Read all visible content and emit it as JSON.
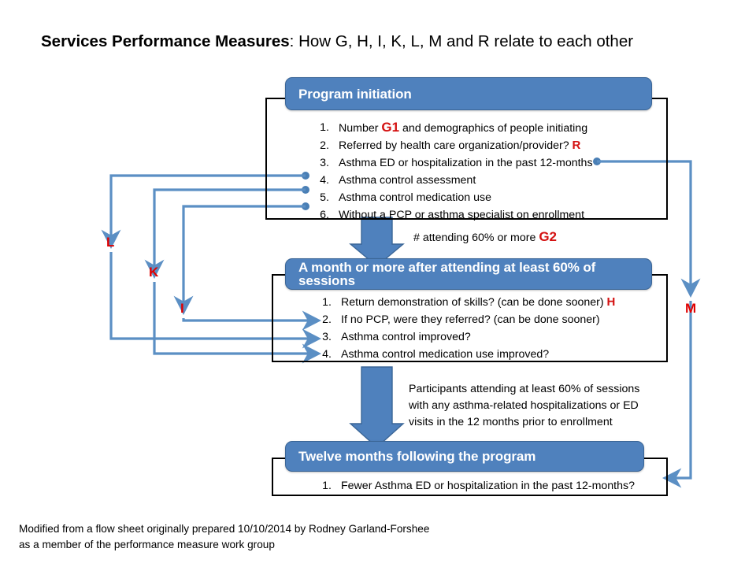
{
  "title": {
    "strong": "Services Performance Measures",
    "rest": ": How G, H, I, K, L, M and R relate to each other"
  },
  "stages": [
    {
      "id": "program-initiation",
      "banner": "Program initiation",
      "items": [
        {
          "num": "1.",
          "text_before": "Number ",
          "tag": "G1",
          "text_after": " and demographics of people initiating"
        },
        {
          "num": "2.",
          "text_before": "Referred by health care organization/provider?  ",
          "tag": "R",
          "text_after": ""
        },
        {
          "num": "3.",
          "text_before": "Asthma ED or hospitalization in the past 12-months",
          "tag": "",
          "text_after": ""
        },
        {
          "num": "4.",
          "text_before": "Asthma control assessment",
          "tag": "",
          "text_after": ""
        },
        {
          "num": "5.",
          "text_before": "Asthma control medication use",
          "tag": "",
          "text_after": ""
        },
        {
          "num": "6.",
          "text_before": "Without a PCP or asthma specialist on enrollment",
          "tag": "",
          "text_after": ""
        }
      ]
    },
    {
      "id": "after-60-percent",
      "banner": "A month or more after attending at least 60% of sessions",
      "items": [
        {
          "num": "1.",
          "text_before": "Return demonstration of skills? (can be done sooner)  ",
          "tag": "H",
          "text_after": ""
        },
        {
          "num": "2.",
          "text_before": "If no PCP, were they referred? (can be done sooner)",
          "tag": "",
          "text_after": ""
        },
        {
          "num": "3.",
          "text_before": "Asthma control improved?",
          "tag": "",
          "text_after": ""
        },
        {
          "num": "4.",
          "text_before": "Asthma control medication use improved?",
          "tag": "",
          "text_after": ""
        }
      ]
    },
    {
      "id": "twelve-months",
      "banner": "Twelve months following the program",
      "items": [
        {
          "num": "1.",
          "text_before": "Fewer Asthma ED or hospitalization in the past 12-months?",
          "tag": "",
          "text_after": ""
        }
      ]
    }
  ],
  "annotations": {
    "attending": {
      "text_before": "# attending 60% or more  ",
      "tag": "G2"
    },
    "participants_line1": "Participants attending at least 60% of sessions",
    "participants_line2": "with any asthma-related hospitalizations or ED",
    "participants_line3": "visits in the 12 months prior to enrollment"
  },
  "connector_labels": {
    "L": "L",
    "K": "K",
    "I": "I",
    "M": "M"
  },
  "footer": {
    "line1": "Modified from a flow sheet originally prepared 10/10/2014  by Rodney Garland-Forshee",
    "line2": "as a member of the performance measure work group"
  },
  "colors": {
    "banner_blue": "#4f81bd",
    "connector_blue": "#5b8fc4",
    "accent_red": "#d41111",
    "box_border": "#000000"
  }
}
